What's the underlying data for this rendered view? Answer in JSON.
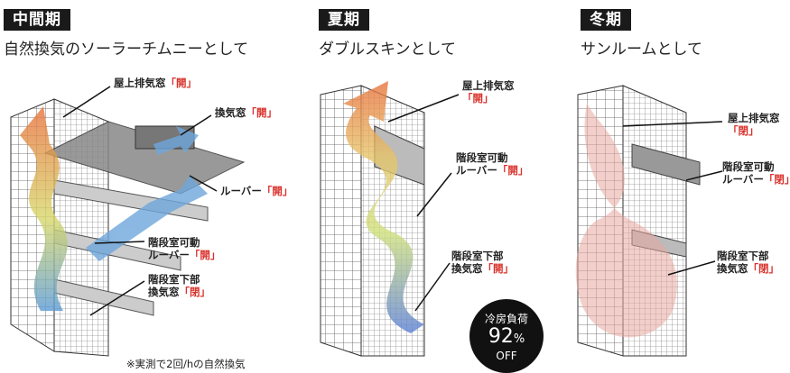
{
  "panels": [
    {
      "tag": "中間期",
      "subtitle": "自然換気のソーラーチムニーとして",
      "labels": [
        {
          "line1": "屋上排気窓",
          "status": "「開」"
        },
        {
          "line1": "換気窓",
          "status": "「開」"
        },
        {
          "line1": "ルーバー",
          "status": "「開」"
        },
        {
          "line1": "階段室可動",
          "line2": "ルーバー",
          "status": "「開」"
        },
        {
          "line1": "階段室下部",
          "line2": "換気窓",
          "status": "「閉」"
        }
      ],
      "note": "※実測で2回/hの自然換気"
    },
    {
      "tag": "夏期",
      "subtitle": "ダブルスキンとして",
      "labels": [
        {
          "line1": "屋上排気窓",
          "status": "「開」"
        },
        {
          "line1": "階段室可動",
          "line2": "ルーバー",
          "status": "「開」"
        },
        {
          "line1": "階段室下部",
          "line2": "換気窓",
          "status": "「開」"
        }
      ],
      "badge": {
        "line1": "冷房負荷",
        "value": "92",
        "unit": "%",
        "line3": "OFF"
      }
    },
    {
      "tag": "冬期",
      "subtitle": "サンルームとして",
      "labels": [
        {
          "line1": "屋上排気窓",
          "status": "「閉」"
        },
        {
          "line1": "階段室可動",
          "line2": "ルーバー",
          "status": "「閉」"
        },
        {
          "line1": "階段室下部",
          "line2": "換気窓",
          "status": "「閉」"
        }
      ]
    }
  ],
  "colors": {
    "accent_red": "#d9312b",
    "tag_bg": "#1a1a1a",
    "winter_fill": "#e8a79e",
    "blue": "#5b9bd5",
    "orange": "#e8713b",
    "yellow": "#d8d86a"
  }
}
